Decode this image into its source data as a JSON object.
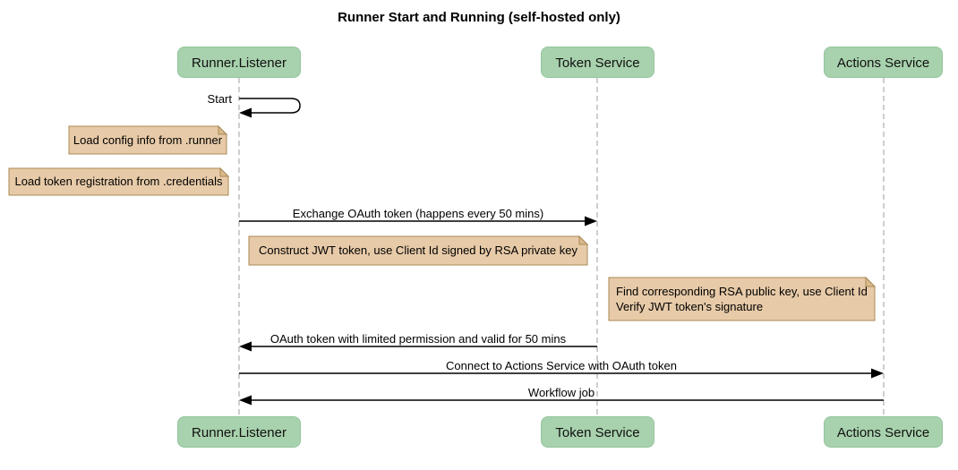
{
  "diagram": {
    "title": "Runner Start and Running (self-hosted only)",
    "participants": [
      {
        "id": "runner-listener",
        "label": "Runner.Listener"
      },
      {
        "id": "token-service",
        "label": "Token Service"
      },
      {
        "id": "actions-service",
        "label": "Actions Service"
      }
    ],
    "messages": [
      {
        "from": "Runner.Listener",
        "to": "Runner.Listener",
        "type": "self",
        "label": "Start"
      },
      {
        "from": "Runner.Listener",
        "to": "Token Service",
        "type": "solid",
        "label": "Exchange OAuth token (happens every 50 mins)"
      },
      {
        "from": "Token Service",
        "to": "Runner.Listener",
        "type": "solid",
        "label": "OAuth token with limited permission and valid for 50 mins"
      },
      {
        "from": "Runner.Listener",
        "to": "Actions Service",
        "type": "solid",
        "label": "Connect to Actions Service with OAuth token"
      },
      {
        "from": "Actions Service",
        "to": "Runner.Listener",
        "type": "solid",
        "label": "Workflow job"
      }
    ],
    "notes": [
      {
        "text": "Load config info from .runner"
      },
      {
        "text": "Load token registration from .credentials"
      },
      {
        "text": "Construct JWT token, use Client Id signed by RSA private key"
      },
      {
        "lines": [
          "Find corresponding RSA public key, use Client Id",
          "Verify JWT token's signature"
        ]
      }
    ],
    "colors": {
      "participant_fill": "#a8d2ad",
      "participant_border": "#93c49c",
      "note_fill": "#e7caa8",
      "note_fold": "#d9ba8e",
      "note_border": "#aa8a55",
      "lifeline": "#b4b4b4",
      "message_line": "#000000"
    }
  }
}
